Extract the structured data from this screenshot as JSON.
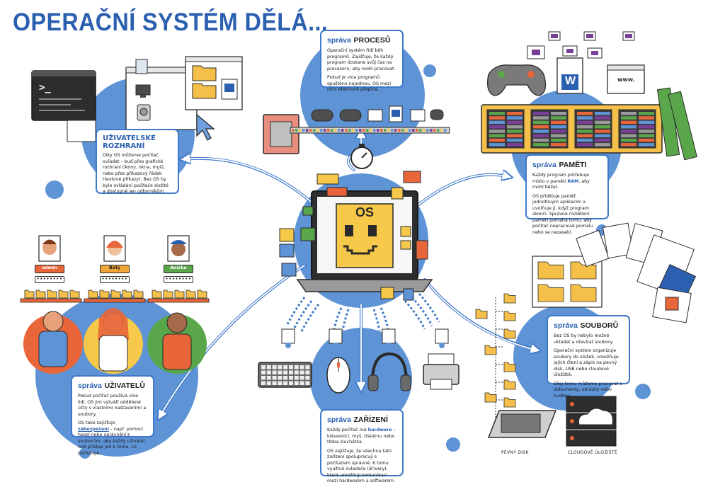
{
  "title": "OPERAČNÍ SYSTÉM DĚLÁ...",
  "center": {
    "os_label": "OS"
  },
  "procesy": {
    "prefix": "správa",
    "name": "PROCESŮ",
    "p1": "Operační systém řídí běh programů. Zajišťuje, že každý program dostane svůj čas na procesoru, aby mohl pracovat.",
    "p2": "Pokud je více programů spuštěno najednou, OS mezi nimi efektivně přepíná."
  },
  "ui": {
    "name_line1": "UŽIVATELSKÉ",
    "name_line2": "ROZHRANÍ",
    "p1": "Díky OS můžeme počítač ovládat – buď přes grafické rozhraní (ikony, okna, myš), nebo přes příkazový řádek (textové příkazy). Bez OS by bylo ovládání počítače složité a dostupné jen odborníkům."
  },
  "pamet": {
    "prefix": "správa",
    "name": "PAMĚTI",
    "p1_a": "Každý program potřebuje místo v paměti ",
    "p1_ram": "RAM",
    "p1_b": ", aby mohl běžet.",
    "p2": "OS přiděluje paměť jednotlivým aplikacím a uvolňuje ji, když program skončí. Správné rozdělení paměti pomáhá tomu, aby počítač nepracoval pomalu nebo se nezasekl."
  },
  "uzivatele": {
    "prefix": "správa",
    "name": "UŽIVATELŮ",
    "p1": "Pokud počítač používá více lidí, OS jim vytváří oddělené účty s vlastními nastaveními a soubory.",
    "p2_a": "OS také zajišťuje ",
    "p2_hl": "zabezpečení",
    "p2_b": " – např. pomocí hesel nebo oprávnění k souborům, aby každý uživatel měl přístup jen k tomu, co potřebuje.",
    "users": [
      {
        "name": "admin",
        "password": "••••••••",
        "color": "#e8663a"
      },
      {
        "name": "Bety",
        "password": "••••••••",
        "color": "#f0a63a"
      },
      {
        "name": "Anička",
        "password": "••••••••",
        "color": "#5aa64a"
      }
    ]
  },
  "zarizeni": {
    "prefix": "správa",
    "name": "ZAŘÍZENÍ",
    "p1_a": "Každý počítač má ",
    "p1_hl": "hardware",
    "p1_b": " – klávesnici, myš, tiskárnu nebo třeba sluchátka.",
    "p2": "OS zajišťuje, že všechna tato zařízení spolupracují s počítačem správně. K tomu využívá ovladače (drivery), které umožňují komunikaci mezi hardwarem a softwarem."
  },
  "soubory": {
    "prefix": "správa",
    "name": "SOUBORŮ",
    "p1": "Bez OS by nebylo možné ukládat a otevírat soubory.",
    "p2": "Operační systém organizuje soubory do složek, umožňuje jejich čtení a zápis na pevný disk, USB nebo cloudové úložiště.",
    "p3": "Díky tomu můžeme pracovat s dokumenty, obrázky nebo hudbou.",
    "label_disk": "PEVNÝ DISK",
    "label_cloud": "CLOUDOVÉ ÚLOŽIŠTĚ"
  },
  "icons": {
    "prompt_text": ">_",
    "word_letter": "W",
    "www_text": "www."
  },
  "colors": {
    "blue": "#3f79c9",
    "light_blue": "#5e93d6",
    "orange": "#e8663a",
    "yellow": "#f6c94a",
    "folder": "#f5c04a",
    "purple": "#7a3f99",
    "green": "#5aa64a"
  }
}
